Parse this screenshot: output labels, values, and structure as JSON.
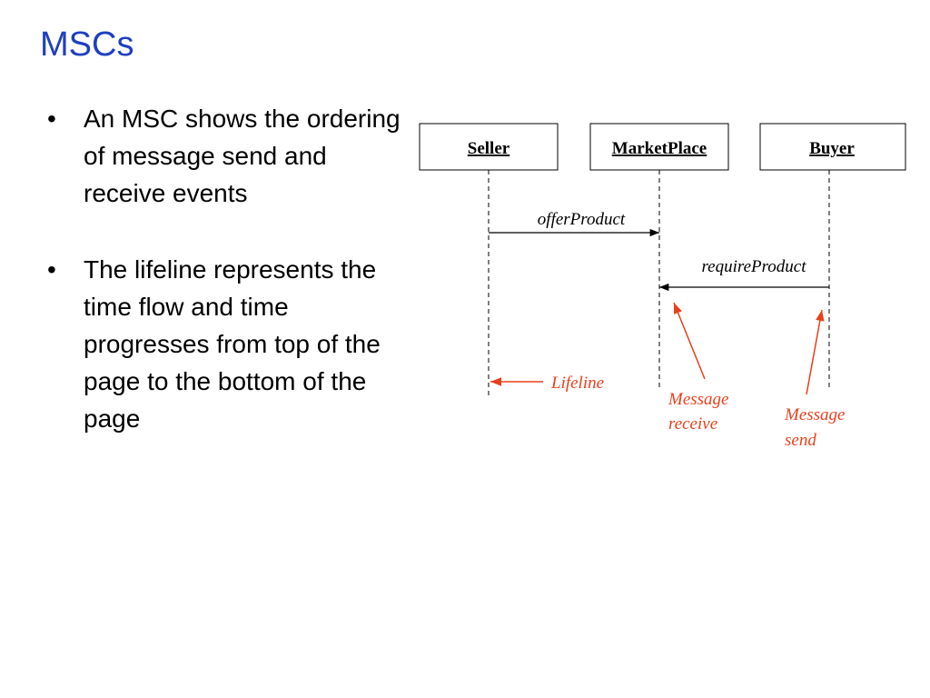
{
  "slide": {
    "title": "MSCs",
    "bullets": [
      "An MSC shows the ordering of message send and receive events",
      "The lifeline represents the time flow and time progresses from top of the page to the bottom of the page"
    ],
    "bullet_glyph": "•"
  },
  "diagram": {
    "objects": [
      {
        "name": "Seller"
      },
      {
        "name": "MarketPlace"
      },
      {
        "name": "Buyer"
      }
    ],
    "messages": [
      {
        "label": "offerProduct",
        "from": "Seller",
        "to": "MarketPlace"
      },
      {
        "label": "requireProduct",
        "from": "Buyer",
        "to": "MarketPlace"
      }
    ],
    "annotations": {
      "lifeline": "Lifeline",
      "message_receive_line1": "Message",
      "message_receive_line2": "receive",
      "message_send_line1": "Message",
      "message_send_line2": "send"
    },
    "colors": {
      "annotation": "#e8401c",
      "title": "#1f3fbf"
    }
  }
}
